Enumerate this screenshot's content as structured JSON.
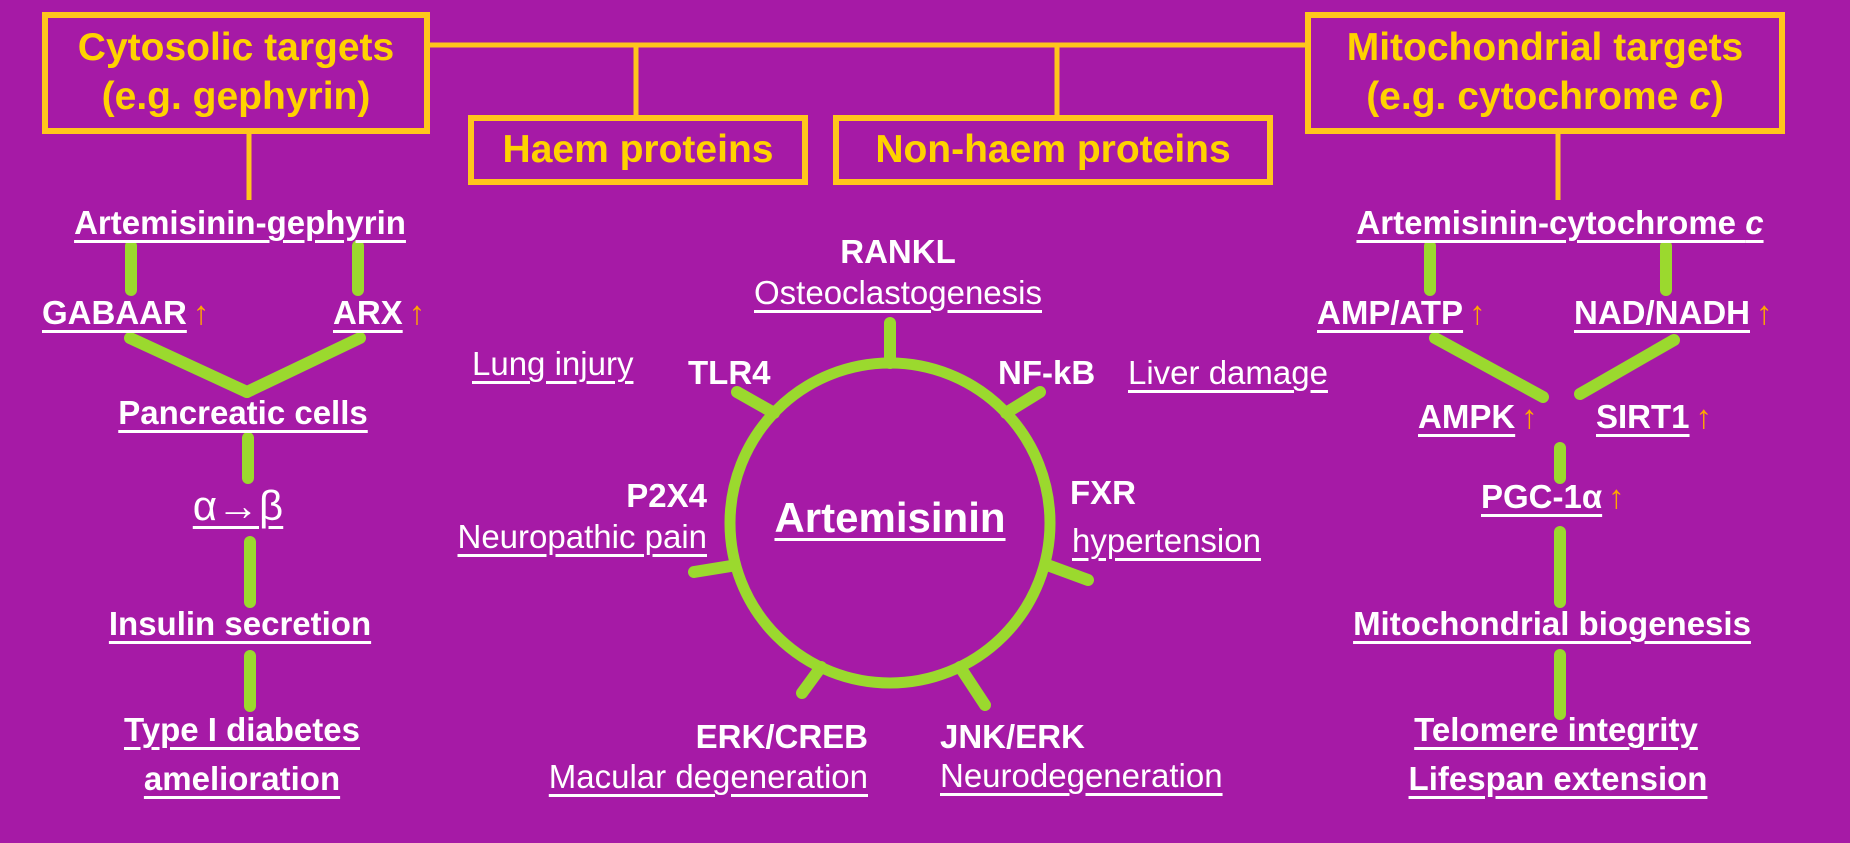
{
  "colors": {
    "background": "#a61aa6",
    "box_border": "#ffc61c",
    "box_text": "#ffd200",
    "connector_green": "#9bd92e",
    "arrow": "#ffa800",
    "text": "#ffffff"
  },
  "top_boxes": {
    "cytosolic": {
      "line1": "Cytosolic targets",
      "line2": "(e.g. gephyrin)"
    },
    "haem": "Haem proteins",
    "non_haem": "Non-haem proteins",
    "mitochondrial": {
      "line1": "Mitochondrial targets",
      "line2_prefix": "(e.g. cytochrome ",
      "line2_italic": "c",
      "line2_suffix": ")"
    }
  },
  "left_pathway": {
    "complex": "Artemisinin-gephyrin",
    "gabaar": "GABAAR",
    "arx": "ARX",
    "pancreatic": "Pancreatic cells",
    "transition": "α→β",
    "insulin": "Insulin secretion",
    "outcome_line1": "Type I diabetes",
    "outcome_line2": "amelioration"
  },
  "right_pathway": {
    "complex_prefix": "Artemisinin-cytochrome ",
    "complex_italic": "c",
    "amp_atp": "AMP/ATP",
    "nad_nadh": "NAD/NADH",
    "ampk": "AMPK",
    "sirt1": "SIRT1",
    "pgc": "PGC-1α",
    "biogenesis": "Mitochondrial biogenesis",
    "outcome_line1": "Telomere integrity",
    "outcome_line2": "Lifespan extension"
  },
  "up_arrow": "↑",
  "center": {
    "hub": "Artemisinin",
    "rankl": {
      "target": "RANKL",
      "effect": "Osteoclastogenesis"
    },
    "tlr4": {
      "target": "TLR4",
      "effect": "Lung injury"
    },
    "nfkb": {
      "target": "NF-kB",
      "effect": "Liver damage"
    },
    "p2x4": {
      "target": "P2X4",
      "effect": "Neuropathic pain"
    },
    "fxr": {
      "target": "FXR",
      "effect": "hypertension"
    },
    "erk_creb": {
      "target": "ERK/CREB",
      "effect": "Macular degeneration"
    },
    "jnk_erk": {
      "target": "JNK/ERK",
      "effect": "Neurodegeneration"
    }
  }
}
